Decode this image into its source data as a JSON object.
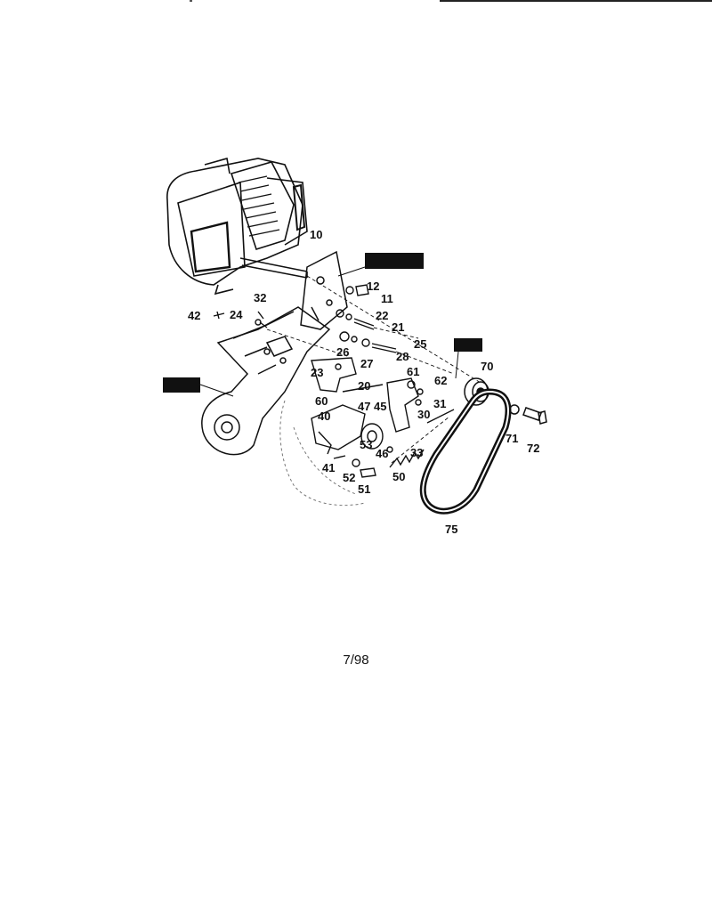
{
  "diagram": {
    "part_labels": [
      "10",
      "12",
      "11",
      "22",
      "21",
      "25",
      "28",
      "27",
      "26",
      "32",
      "24",
      "42",
      "23",
      "20",
      "60",
      "40",
      "47",
      "45",
      "61",
      "62",
      "31",
      "30",
      "53",
      "46",
      "33",
      "41",
      "52",
      "51",
      "50",
      "70",
      "71",
      "72",
      "75"
    ],
    "callouts": [
      {
        "name": "top-callout",
        "text": ""
      },
      {
        "name": "left-callout",
        "text": ""
      },
      {
        "name": "right-callout",
        "text": ""
      }
    ]
  },
  "footer": {
    "date_code": "7/98"
  }
}
